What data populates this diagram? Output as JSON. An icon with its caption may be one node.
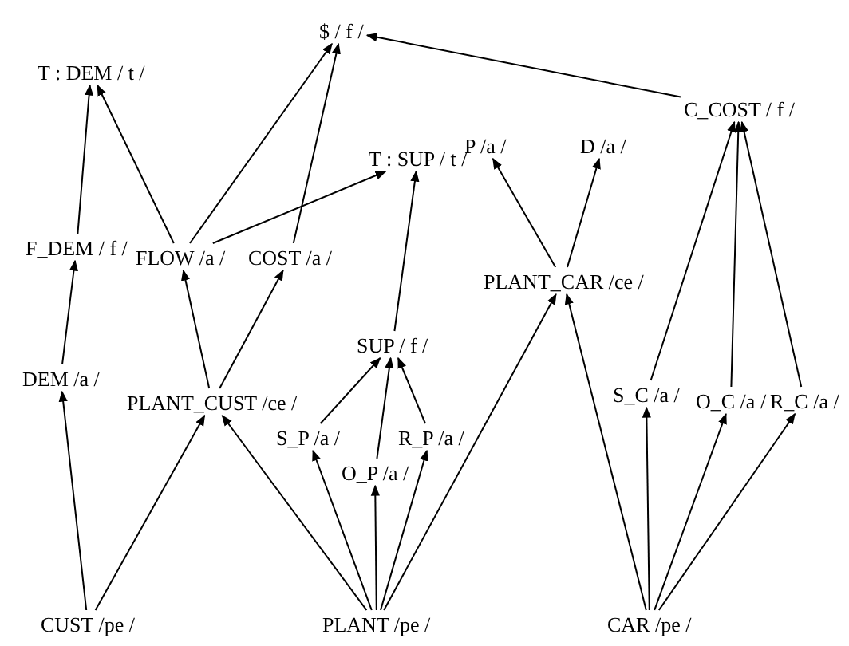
{
  "diagram": {
    "nodes": [
      {
        "text": [
          "$ / f /"
        ]
      },
      {
        "text": [
          "T : DEM / t /"
        ]
      },
      {
        "text": [
          "C_COST / f /"
        ]
      },
      {
        "text": [
          "T : SUP / t /"
        ]
      },
      {
        "text": [
          "P /a /"
        ]
      },
      {
        "text": [
          "D /a /"
        ]
      },
      {
        "text": [
          "F_DEM / f /"
        ]
      },
      {
        "text": [
          "FLOW /a /"
        ]
      },
      {
        "text": [
          "COST /a /"
        ]
      },
      {
        "text": [
          "PLANT_CAR /ce /"
        ]
      },
      {
        "text": [
          "SUP / f /"
        ]
      },
      {
        "text": [
          "DEM /a /"
        ]
      },
      {
        "text": [
          "PLANT_CUST /ce /"
        ]
      },
      {
        "text": [
          "S_P /a /"
        ]
      },
      {
        "text": [
          "R_P /a /"
        ]
      },
      {
        "text": [
          "O_P /a /"
        ]
      },
      {
        "text": [
          "S_C /a /"
        ]
      },
      {
        "text": [
          "O_C /a /"
        ]
      },
      {
        "text": [
          "R_C /a /"
        ]
      },
      {
        "text": [
          "CUST /pe /"
        ]
      },
      {
        "text": [
          "PLANT /pe /"
        ]
      },
      {
        "text": [
          "CAR /pe /"
        ]
      }
    ],
    "edges": [
      {
        "from": 19,
        "to": 11,
        "arrow": "to"
      },
      {
        "from": 11,
        "to": 6,
        "arrow": "to"
      },
      {
        "from": 6,
        "to": 1,
        "arrow": "to"
      },
      {
        "from": 7,
        "to": 1,
        "arrow": "to"
      },
      {
        "from": 7,
        "to": 0,
        "arrow": "to"
      },
      {
        "from": 7,
        "to": 3,
        "arrow": "to"
      },
      {
        "from": 8,
        "to": 0,
        "arrow": "to"
      },
      {
        "from": 2,
        "to": 0,
        "arrow": "to"
      },
      {
        "from": 12,
        "to": 7,
        "arrow": "to"
      },
      {
        "from": 12,
        "to": 8,
        "arrow": "to"
      },
      {
        "from": 10,
        "to": 3,
        "arrow": "to"
      },
      {
        "from": 19,
        "to": 12,
        "arrow": "to"
      },
      {
        "from": 20,
        "to": 12,
        "arrow": "to"
      },
      {
        "from": 20,
        "to": 13,
        "arrow": "to"
      },
      {
        "from": 20,
        "to": 15,
        "arrow": "to"
      },
      {
        "from": 20,
        "to": 14,
        "arrow": "to"
      },
      {
        "from": 20,
        "to": 9,
        "arrow": "to"
      },
      {
        "from": 13,
        "to": 10,
        "arrow": "to"
      },
      {
        "from": 15,
        "to": 10,
        "arrow": "to"
      },
      {
        "from": 14,
        "to": 10,
        "arrow": "to"
      },
      {
        "from": 9,
        "to": 4,
        "arrow": "to"
      },
      {
        "from": 9,
        "to": 5,
        "arrow": "to"
      },
      {
        "from": 21,
        "to": 9,
        "arrow": "to"
      },
      {
        "from": 21,
        "to": 16,
        "arrow": "to"
      },
      {
        "from": 21,
        "to": 17,
        "arrow": "to"
      },
      {
        "from": 21,
        "to": 18,
        "arrow": "to"
      },
      {
        "from": 16,
        "to": 2,
        "arrow": "to"
      },
      {
        "from": 17,
        "to": 2,
        "arrow": "to"
      },
      {
        "from": 18,
        "to": 2,
        "arrow": "to"
      }
    ]
  }
}
